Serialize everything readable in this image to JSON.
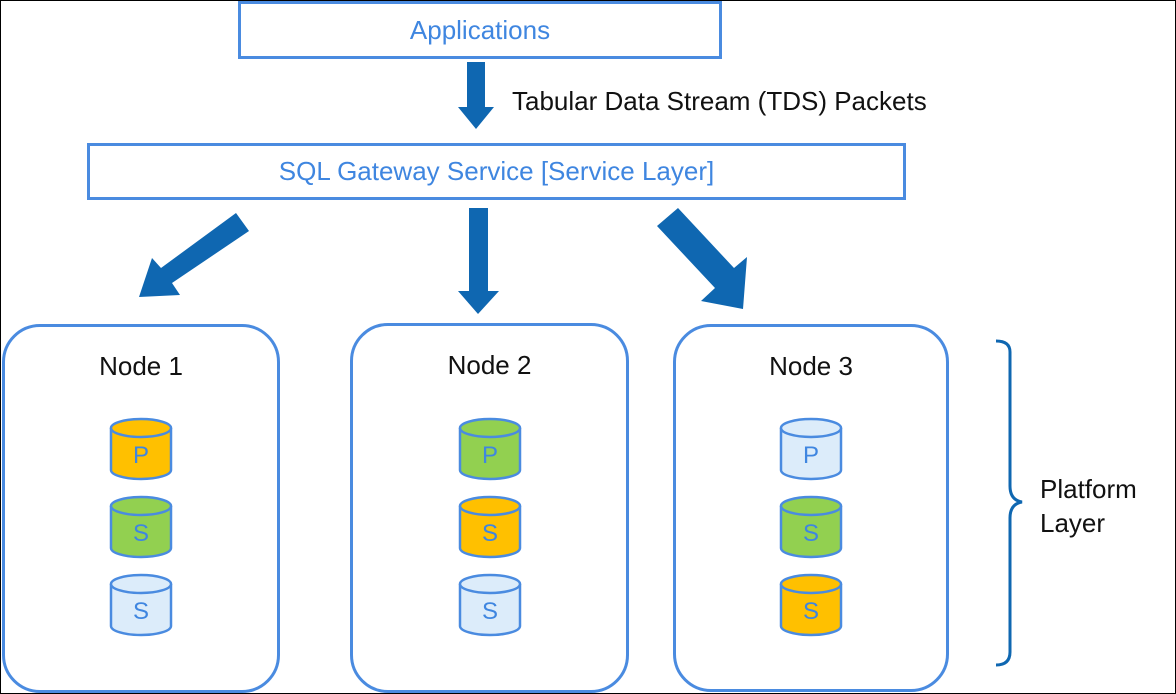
{
  "applications_label": "Applications",
  "tds_label": "Tabular Data Stream (TDS) Packets",
  "gateway_label": "SQL Gateway Service [Service Layer]",
  "platform_label_line1": "Platform",
  "platform_label_line2": "Layer",
  "colors": {
    "box_border": "#4a8be0",
    "box_text": "#3f86e0",
    "arrow": "#0f67b1",
    "orange": "#ffc000",
    "green": "#92d050",
    "light_blue": "#dcecfa",
    "cylinder_text": "#3f86e0"
  },
  "nodes": [
    {
      "title": "Node 1",
      "replicas": [
        {
          "letter": "P",
          "color": "orange"
        },
        {
          "letter": "S",
          "color": "green"
        },
        {
          "letter": "S",
          "color": "light_blue"
        }
      ]
    },
    {
      "title": "Node 2",
      "replicas": [
        {
          "letter": "P",
          "color": "green"
        },
        {
          "letter": "S",
          "color": "orange"
        },
        {
          "letter": "S",
          "color": "light_blue"
        }
      ]
    },
    {
      "title": "Node 3",
      "replicas": [
        {
          "letter": "P",
          "color": "light_blue"
        },
        {
          "letter": "S",
          "color": "green"
        },
        {
          "letter": "S",
          "color": "orange"
        }
      ]
    }
  ]
}
